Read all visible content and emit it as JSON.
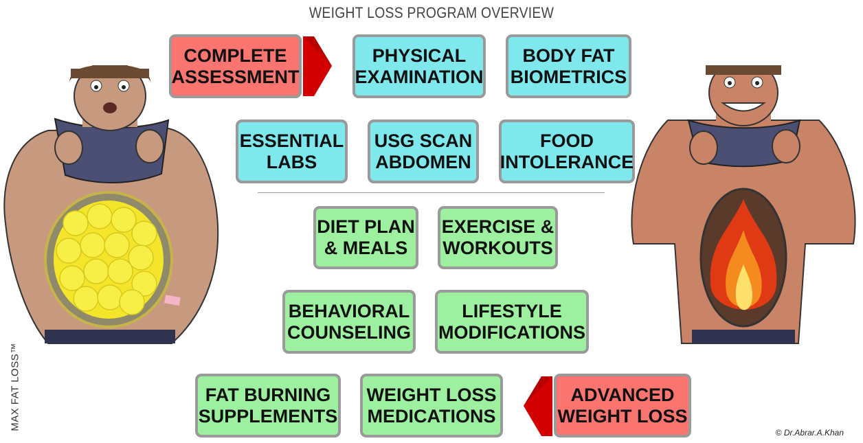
{
  "title": "WEIGHT LOSS PROGRAM OVERVIEW",
  "side_label": "MAX FAT LOSS™",
  "credit": "© Dr.Abrar.A.Khan",
  "colors": {
    "assessment": "#fa7470",
    "evaluation": "#7fe8ec",
    "lifestyle": "#9df09f",
    "arrow": "#d40000"
  },
  "row1": {
    "assessment": "COMPLETE\nASSESSMENT",
    "physical": "PHYSICAL\nEXAMINATION",
    "biometrics": "BODY FAT\nBIOMETRICS"
  },
  "row2": {
    "labs": "ESSENTIAL\nLABS",
    "usg": "USG SCAN\nABDOMEN",
    "food": "FOOD\nINTOLERANCE"
  },
  "row3": {
    "diet": "DIET PLAN\n& MEALS",
    "exercise": "EXERCISE &\nWORKOUTS"
  },
  "row4": {
    "behavioral": "BEHAVIORAL\nCOUNSELING",
    "lifestyle": "LIFESTYLE\nMODIFICATIONS"
  },
  "row5": {
    "supplements": "FAT BURNING\nSUPPLEMENTS",
    "medications": "WEIGHT LOSS\nMEDICATIONS",
    "advanced": "ADVANCED\nWEIGHT LOSS"
  }
}
